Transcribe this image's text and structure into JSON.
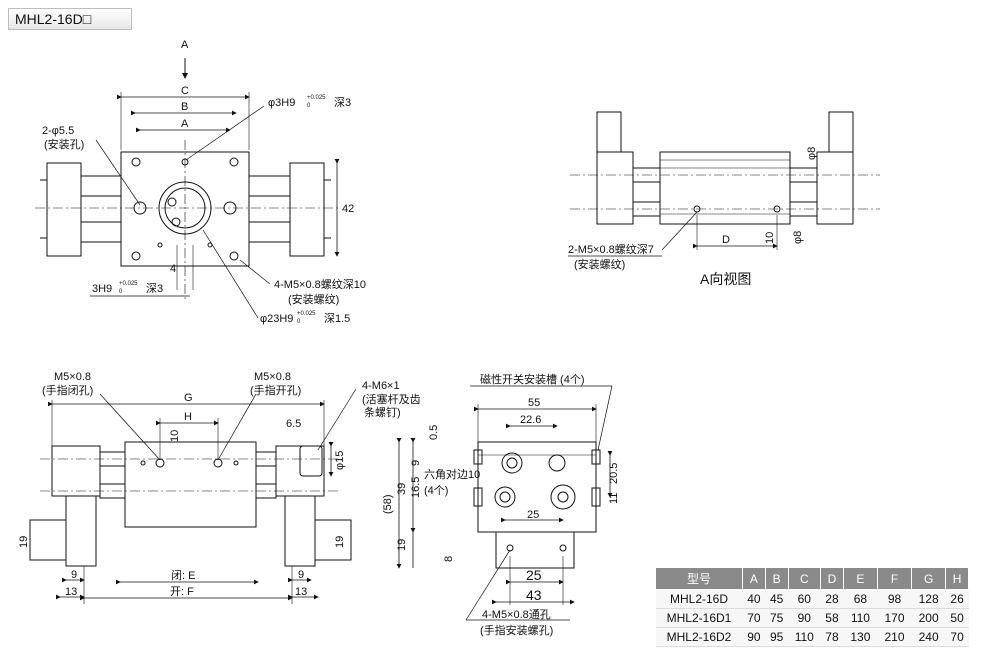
{
  "title": "MHL2-16D□",
  "top_view": {
    "arrow_label": "A",
    "dim_C": "C",
    "dim_B": "B",
    "dim_A": "A",
    "dim_42": "42",
    "dim_4": "4",
    "note_mount_hole": "2-φ5.5",
    "note_mount_hole_cn": "(安装孔)",
    "note_pin_hole": "φ3H9",
    "note_pin_tol": "+0.025",
    "note_pin_tol_low": "0",
    "note_pin_depth": "深3",
    "note_slot": "3H9",
    "note_slot_tol": "+0.025",
    "note_slot_tol_low": "0",
    "note_slot_depth": "深3",
    "note_thread": "4-M5×0.8螺纹深10",
    "note_thread_cn": "(安装螺纹)",
    "note_bore": "φ23H9",
    "note_bore_tol": "+0.025",
    "note_bore_tol_low": "0",
    "note_bore_depth": "深1.5"
  },
  "a_view": {
    "dim_phi8_top": "φ8",
    "dim_phi8_bottom": "φ8",
    "dim_D": "D",
    "dim_10": "10",
    "note_thread": "2-M5×0.8螺纹深7",
    "note_thread_cn": "(安装螺纹)",
    "caption": "A向视图"
  },
  "front_view": {
    "note_close": "M5×0.8",
    "note_close_cn": "(手指闭孔)",
    "note_open": "M5×0.8",
    "note_open_cn": "(手指开孔)",
    "note_screw": "4-M6×1",
    "note_screw_cn1": "(活塞杆及齿",
    "note_screw_cn2": "条螺钉)",
    "dim_G": "G",
    "dim_H": "H",
    "dim_10": "10",
    "dim_6_5": "6.5",
    "dim_phi15": "φ15",
    "dim_19_left": "19",
    "dim_19_right": "19",
    "dim_9_left": "9",
    "dim_9_right": "9",
    "dim_13_left": "13",
    "dim_13_right": "13",
    "dim_E": "闭: E",
    "dim_F": "开: F"
  },
  "side_view": {
    "note_slot": "磁性开关安装槽 (4个)",
    "dim_55": "55",
    "dim_22_6": "22.6",
    "dim_0_5": "0.5",
    "dim_9": "9",
    "dim_16_5": "16.5",
    "dim_39": "39",
    "dim_58": "(58)",
    "dim_19": "19",
    "dim_8": "8",
    "dim_20_5": "20.5",
    "dim_11": "11",
    "dim_25_inner": "25",
    "dim_25": "25",
    "dim_43": "43",
    "note_hex": "六角对边10",
    "note_hex_count": "(4个)",
    "note_through": "4-M5×0.8通孔",
    "note_through_cn": "(手指安装螺孔)"
  },
  "table": {
    "headers": [
      "型号",
      "A",
      "B",
      "C",
      "D",
      "E",
      "F",
      "G",
      "H"
    ],
    "rows": [
      [
        "MHL2-16D",
        "40",
        "45",
        "60",
        "28",
        "68",
        "98",
        "128",
        "26"
      ],
      [
        "MHL2-16D1",
        "70",
        "75",
        "90",
        "58",
        "110",
        "170",
        "200",
        "50"
      ],
      [
        "MHL2-16D2",
        "90",
        "95",
        "110",
        "78",
        "130",
        "210",
        "240",
        "70"
      ]
    ]
  }
}
